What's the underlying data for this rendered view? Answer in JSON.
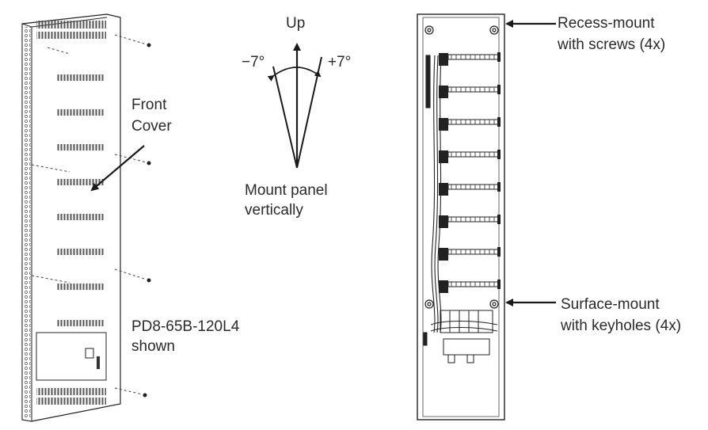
{
  "labels": {
    "up": "Up",
    "angle_left": "−7°",
    "angle_right": "+7°",
    "mount_line1": "Mount panel",
    "mount_line2": "vertically",
    "front_line1": "Front",
    "front_line2": "Cover",
    "model_line1": "PD8-65B-120L4",
    "model_line2": "shown",
    "recess_line1": "Recess-mount",
    "recess_line2": "with screws (4x)",
    "surface_line1": "Surface-mount",
    "surface_line2": "with keyholes (4x)"
  },
  "colors": {
    "line": "#1a1a1a",
    "text": "#2a2a2a",
    "background": "#ffffff"
  },
  "icons": [
    "up-arrow-icon",
    "rotation-arc-icon",
    "callout-arrow-icon",
    "screw-hole-icon",
    "keyhole-icon"
  ]
}
